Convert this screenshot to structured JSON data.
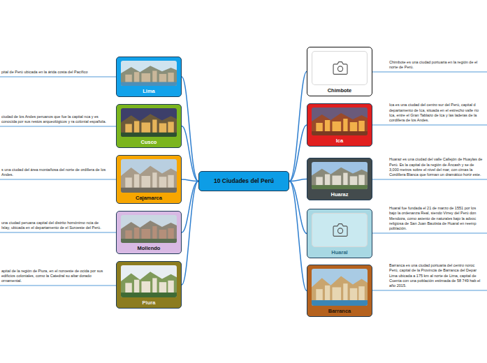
{
  "diagram": {
    "nodes": [
      {
        "text": [
          "10 Ciudades del Perú"
        ]
      },
      {
        "text": [
          "Lima"
        ]
      },
      {
        "text": [
          "Cusco"
        ]
      },
      {
        "text": [
          "Cajamarca"
        ]
      },
      {
        "text": [
          "Mollendo"
        ]
      },
      {
        "text": [
          "Piura"
        ]
      },
      {
        "text": [
          "Chimbote"
        ]
      },
      {
        "text": [
          "Ica"
        ]
      },
      {
        "text": [
          "Huaraz"
        ]
      },
      {
        "text": [
          "Huaral"
        ]
      },
      {
        "text": [
          "Barranca"
        ]
      }
    ],
    "edges": [
      {
        "from": 0,
        "to": 1,
        "arrow": "none"
      },
      {
        "from": 0,
        "to": 2,
        "arrow": "none"
      },
      {
        "from": 0,
        "to": 3,
        "arrow": "none"
      },
      {
        "from": 0,
        "to": 4,
        "arrow": "none"
      },
      {
        "from": 0,
        "to": 5,
        "arrow": "none"
      },
      {
        "from": 0,
        "to": 6,
        "arrow": "none"
      },
      {
        "from": 0,
        "to": 7,
        "arrow": "none"
      },
      {
        "from": 0,
        "to": 8,
        "arrow": "none"
      },
      {
        "from": 0,
        "to": 9,
        "arrow": "none"
      },
      {
        "from": 0,
        "to": 10,
        "arrow": "none"
      }
    ],
    "labels": [
      "pital de Perú ubicada en la árida costa del Pacífico",
      "ciudad de los Andes peruanos que fue la capital nca y es conocida por sus restos arqueológicos y ra colonial española.",
      "s una ciudad del área montañosa del norte de ordillera de los Andes.",
      "una ciudad peruana capital del distrito homónimo ncia de Islay, ubicada en el departamento de el Suroeste del Perú.",
      "apital de la región de Piura, en el noroeste de ocida por sus edificios coloniales, como la Catedral su altar dorado ornamental.",
      "Chimbote es una ciudad portuaria en la región de el norte de Perú.",
      "Ica es una ciudad del centro sur del Perú, capital d departamento de Ica, situada en el estrecho valle río Ica, entre el Gran Tablazo de Ica y las laderas de la cordillera de los Andes.",
      "Huaraz es una ciudad del valle Callejón de Huaylas de Perú. Es la capital de la región de Áncash y se de 3,000 metros sobre el nivel del mar, con cimas la Cordillera Blanca que forman un dramático horiz este.",
      "Huaral fue fundada el 21 de marzo de 1551 por los bajo la ordenanza Real, siendo Virrey del Perú don Mendoza, como asiento de naturales bajo la advoc religiosa de San Juan Bautista de Huaral en reemp población.",
      "Barranca es una ciudad portuaria del centro noroc Perú, capital de la Provincia de Barranca del Depar Lima ubicada a 175 km al norte de Lima, capital de Cuenta con una población estimada de 58 749 hab el año 2015."
    ]
  }
}
